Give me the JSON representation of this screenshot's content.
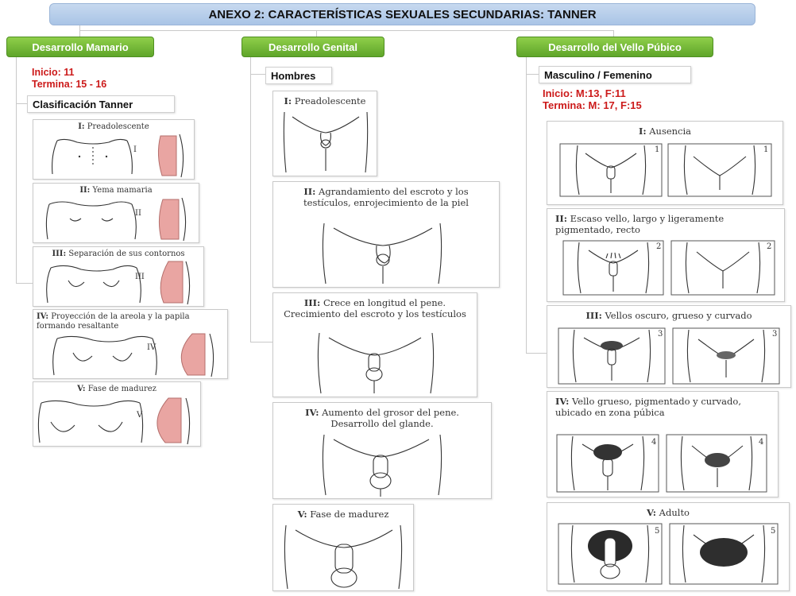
{
  "title": "ANEXO 2: CARACTERÍSTICAS SEXUALES SECUNDARIAS: TANNER",
  "mamario": {
    "header": "Desarrollo Mamario",
    "inicio": "Inicio: 11",
    "termina": "Termina: 15 - 16",
    "clasificacion": "Clasificación Tanner",
    "stages": [
      {
        "num": "I:",
        "text": " Preadolescente",
        "roman": "I"
      },
      {
        "num": "II:",
        "text": " Yema mamaria",
        "roman": "II"
      },
      {
        "num": "III:",
        "text": " Separación de sus contornos",
        "roman": "III"
      },
      {
        "num": "IV:",
        "text": " Proyección de la areola y la papila formando resaltante",
        "roman": "IV"
      },
      {
        "num": "V:",
        "text": " Fase de madurez",
        "roman": "V"
      }
    ]
  },
  "genital": {
    "header": "Desarrollo Genital",
    "hombres": "Hombres",
    "stages": [
      {
        "num": "I:",
        "text": " Preadolescente"
      },
      {
        "num": "II:",
        "text": " Agrandamiento del escroto y los testículos, enrojecimiento de la piel"
      },
      {
        "num": "III:",
        "text": " Crece en longitud el pene. Crecimiento del escroto y los testículos"
      },
      {
        "num": "IV:",
        "text": " Aumento del grosor del pene. Desarrollo del glande."
      },
      {
        "num": "V:",
        "text": " Fase de madurez"
      }
    ]
  },
  "vello": {
    "header": "Desarrollo del Vello Púbico",
    "sexo": "Masculino / Femenino",
    "inicio": "Inicio: M:13, F:11",
    "termina": "Termina: M: 17, F:15",
    "stages": [
      {
        "num": "I:",
        "text": " Ausencia",
        "n": "1"
      },
      {
        "num": "II:",
        "text": " Escaso vello, largo y ligeramente pigmentado, recto",
        "n": "2"
      },
      {
        "num": "III:",
        "text": " Vellos oscuro, grueso y curvado",
        "n": "3"
      },
      {
        "num": "IV:",
        "text": " Vello grueso, pigmentado y curvado, ubicado en zona púbica",
        "n": "4"
      },
      {
        "num": "V:",
        "text": " Adulto",
        "n": "5"
      }
    ]
  }
}
